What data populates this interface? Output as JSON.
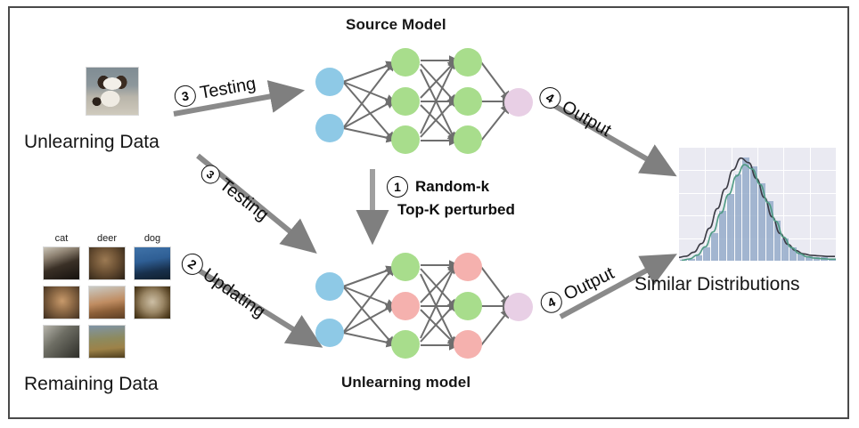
{
  "figure": {
    "title_source_model": "Source Model",
    "title_unlearning_model": "Unlearning model",
    "label_unlearning_data": "Unlearning Data",
    "label_remaining_data": "Remaining Data",
    "label_similar_distributions": "Similar Distributions"
  },
  "steps": [
    {
      "id": "step-1",
      "number": "1",
      "text_line1": "Random-k",
      "text_line2": "Top-K perturbed",
      "bold": true
    },
    {
      "id": "step-2",
      "number": "2",
      "text": "Updating"
    },
    {
      "id": "step-3a",
      "number": "3",
      "text": "Testing"
    },
    {
      "id": "step-3b",
      "number": "3",
      "text": "Testing"
    },
    {
      "id": "step-4a",
      "number": "4",
      "text": "Output"
    },
    {
      "id": "step-4b",
      "number": "4",
      "text": "Output"
    }
  ],
  "unlearning_sample": {
    "caption": "",
    "alt": "dog photo"
  },
  "remaining_grid": {
    "columns": [
      "cat",
      "deer",
      "dog"
    ],
    "rows": [
      [
        "cat-1",
        "deer-1",
        "dog-1"
      ],
      [
        "cat-2",
        "deer-2",
        "dog-2"
      ],
      [
        "cat-3",
        "deer-3",
        ""
      ]
    ]
  },
  "source_model": {
    "layers": [
      {
        "name": "input",
        "nodes": [
          "blue",
          "blue"
        ]
      },
      {
        "name": "hidden1",
        "nodes": [
          "green",
          "green",
          "green"
        ]
      },
      {
        "name": "hidden2",
        "nodes": [
          "green",
          "green",
          "green"
        ]
      },
      {
        "name": "output",
        "nodes": [
          "pink"
        ]
      }
    ]
  },
  "unlearning_model": {
    "layers": [
      {
        "name": "input",
        "nodes": [
          "blue",
          "blue"
        ]
      },
      {
        "name": "hidden1",
        "nodes": [
          "green",
          "red",
          "green"
        ]
      },
      {
        "name": "hidden2",
        "nodes": [
          "red",
          "green",
          "red"
        ]
      },
      {
        "name": "output",
        "nodes": [
          "pink"
        ]
      }
    ]
  },
  "colors": {
    "node_blue": "#8ec9e6",
    "node_green": "#a8dd8c",
    "node_red": "#f5b1ae",
    "node_pink": "#e8cfe5",
    "arrow_gray": "#7f7f7f",
    "border": "#4a4a4a",
    "hist_bg": "#eaeaf2",
    "hist_bar": "#93aac9",
    "kde_dark": "#3b3b44",
    "kde_green": "#4f9b84"
  },
  "chart_data": {
    "type": "histogram",
    "title": "",
    "xlabel": "",
    "ylabel": "",
    "grid": true,
    "legend": null,
    "bins": [
      0,
      1,
      2,
      3,
      4,
      5,
      6,
      7,
      8,
      9,
      10,
      11,
      12,
      13,
      14,
      15,
      16,
      17,
      18,
      19
    ],
    "values": [
      0.01,
      0.02,
      0.05,
      0.12,
      0.26,
      0.46,
      0.62,
      0.8,
      0.96,
      0.88,
      0.72,
      0.55,
      0.37,
      0.21,
      0.12,
      0.07,
      0.04,
      0.03,
      0.03,
      0.02
    ],
    "ylim": [
      0,
      1
    ],
    "curves": [
      {
        "name": "source-model-kde",
        "color": "#3b3b44"
      },
      {
        "name": "unlearning-model-kde",
        "color": "#4f9b84"
      }
    ]
  }
}
